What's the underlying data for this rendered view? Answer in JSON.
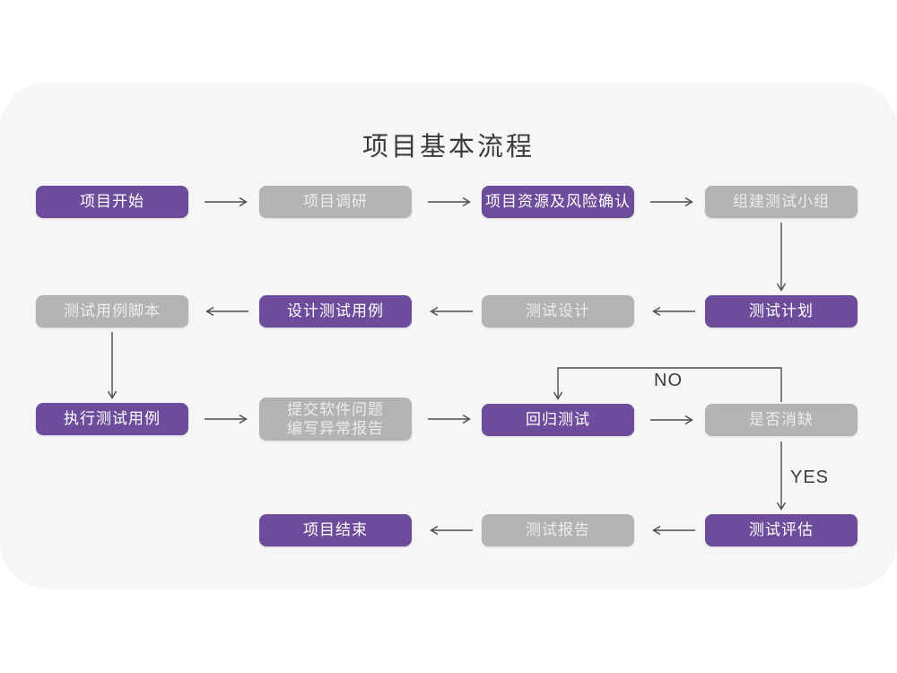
{
  "title": "项目基本流程",
  "colors": {
    "node_purple": "#6d4c9b",
    "node_gray": "#b3b3b3",
    "card_background": "#f6f6f6",
    "arrow": "#4d4d4d",
    "title_text": "#3b3b3b",
    "purple_node_text": "#ffffff",
    "gray_node_text": "#ececec"
  },
  "nodes": {
    "start": {
      "label": "项目开始",
      "variant": "purple"
    },
    "research": {
      "label": "项目调研",
      "variant": "gray"
    },
    "risk": {
      "label": "项目资源及风险确认",
      "variant": "purple"
    },
    "team": {
      "label": "组建测试小组",
      "variant": "gray"
    },
    "plan": {
      "label": "测试计划",
      "variant": "purple"
    },
    "design": {
      "label": "测试设计",
      "variant": "gray"
    },
    "case_design": {
      "label": "设计测试用例",
      "variant": "purple"
    },
    "script": {
      "label": "测试用例脚本",
      "variant": "gray"
    },
    "execute": {
      "label": "执行测试用例",
      "variant": "purple"
    },
    "submit": {
      "line1": "提交软件问题",
      "line2": "编写异常报告",
      "variant": "gray"
    },
    "regression": {
      "label": "回归测试",
      "variant": "purple"
    },
    "defect_check": {
      "label": "是否消缺",
      "variant": "gray"
    },
    "evaluate": {
      "label": "测试评估",
      "variant": "purple"
    },
    "report": {
      "label": "测试报告",
      "variant": "gray"
    },
    "end": {
      "label": "项目结束",
      "variant": "purple"
    }
  },
  "decision": {
    "no_label": "NO",
    "yes_label": "YES"
  }
}
